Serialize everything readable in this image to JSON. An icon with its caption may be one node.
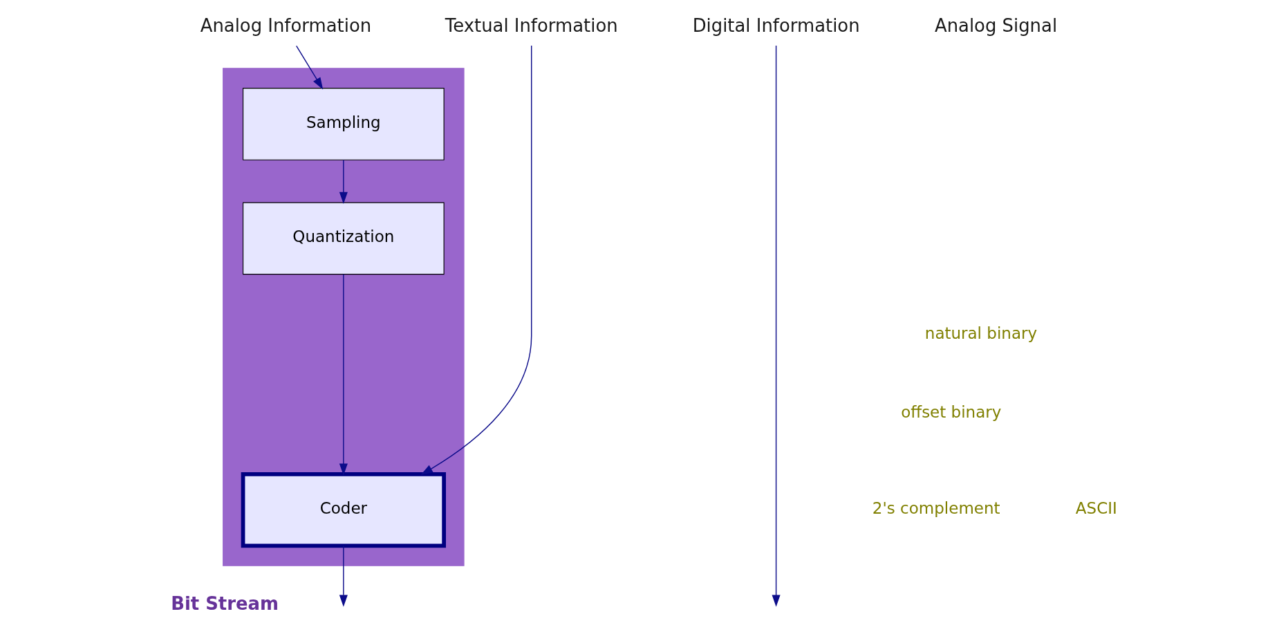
{
  "diagram": {
    "nodes": [
      {
        "text": [
          "Analog Information"
        ]
      },
      {
        "text": [
          "Textual Information"
        ]
      },
      {
        "text": [
          "Digital Information"
        ]
      },
      {
        "text": [],
        "shape": "box"
      },
      {
        "text": [
          "Sampling"
        ],
        "in": 3
      },
      {
        "text": [
          "Quantization"
        ],
        "in": 3
      },
      {
        "text": [
          "Coder"
        ],
        "in": 3
      }
    ],
    "edges": [
      {
        "from": 0,
        "to": 4,
        "arrow": "to"
      },
      {
        "from": 4,
        "to": 5,
        "arrow": "to"
      },
      {
        "from": 5,
        "to": 6,
        "arrow": "to"
      },
      {
        "from": 1,
        "to": 6,
        "arrow": "to"
      },
      {
        "from": 6,
        "to": null,
        "arrow": "to"
      },
      {
        "from": 2,
        "to": null,
        "arrow": "to"
      }
    ],
    "labels": [
      "Analog Signal",
      "natural binary",
      "offset binary",
      "2's complement",
      "ASCII",
      "Bit Stream"
    ]
  }
}
